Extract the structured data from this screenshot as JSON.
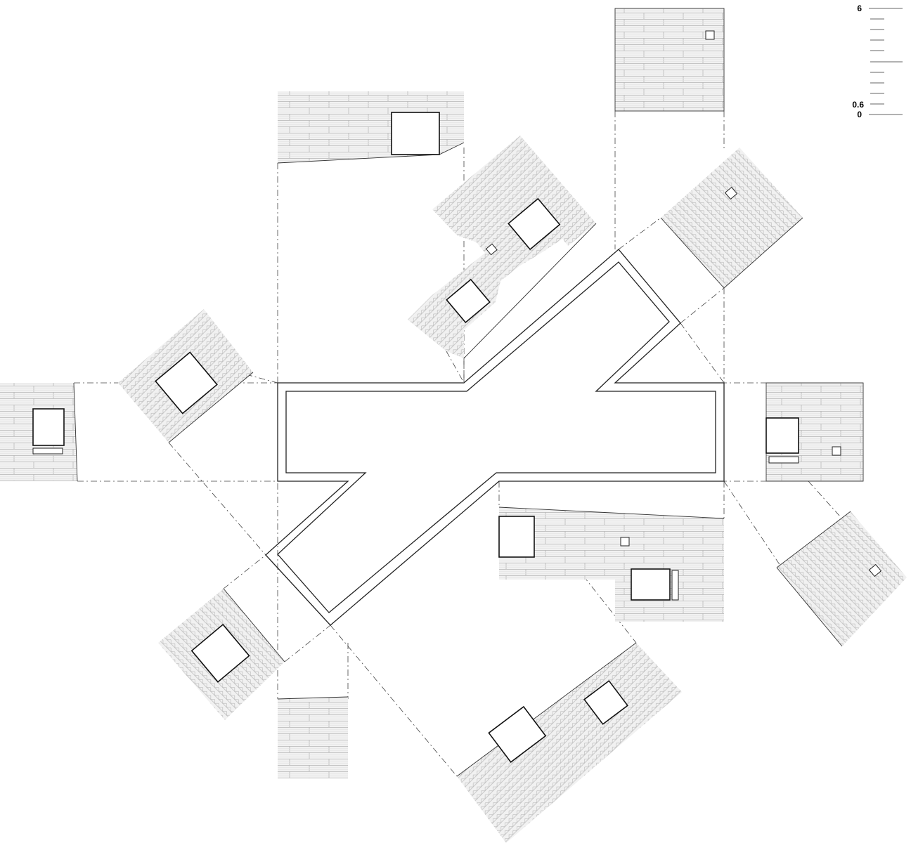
{
  "scale_bar": {
    "labels": [
      "6",
      "0.6",
      "0"
    ]
  },
  "colors": {
    "line": "#222222",
    "hatch": "#b5b5b5",
    "panel_fill": "#f1f1f1",
    "background": "#ffffff"
  }
}
